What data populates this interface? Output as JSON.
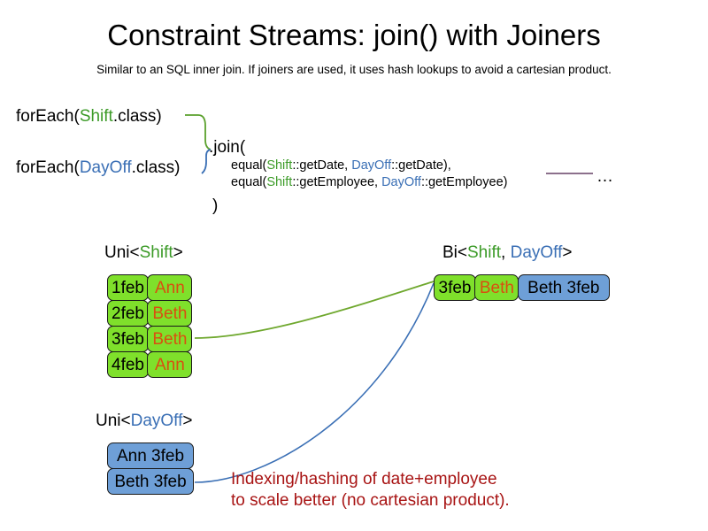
{
  "header": {
    "title": "Constraint Streams: join() with Joiners",
    "subtitle": "Similar to an SQL inner join. If joiners are used, it uses hash lookups to avoid a cartesian product."
  },
  "code": {
    "foreach_shift": {
      "prefix": "forEach(",
      "type": "Shift",
      "suffix": ".class)"
    },
    "foreach_dayoff": {
      "prefix": "forEach(",
      "type": "DayOff",
      "suffix": ".class)"
    },
    "join_open": ".join(",
    "join_close": ")",
    "arg1": {
      "prefix": "equal(",
      "left_type": "Shift",
      "left_method": "::getDate, ",
      "right_type": "DayOff",
      "right_method": "::getDate),"
    },
    "arg2": {
      "prefix": "equal(",
      "left_type": "Shift",
      "left_method": "::getEmployee, ",
      "right_type": "DayOff",
      "right_method": "::getEmployee)"
    },
    "ellipsis": "…"
  },
  "streams": {
    "uni_shift": {
      "label_prefix": "Uni<",
      "label_type": "Shift",
      "label_suffix": ">",
      "rows": [
        {
          "date": "1feb",
          "employee": "Ann"
        },
        {
          "date": "2feb",
          "employee": "Beth"
        },
        {
          "date": "3feb",
          "employee": "Beth"
        },
        {
          "date": "4feb",
          "employee": "Ann"
        }
      ]
    },
    "uni_dayoff": {
      "label_prefix": "Uni<",
      "label_type": "DayOff",
      "label_suffix": ">",
      "rows": [
        {
          "text": "Ann 3feb"
        },
        {
          "text": "Beth 3feb"
        }
      ]
    },
    "bi": {
      "label_prefix": "Bi<",
      "label_type_a": "Shift",
      "label_sep": ", ",
      "label_type_b": "DayOff",
      "label_suffix": ">",
      "row": {
        "date": "3feb",
        "employee": "Beth",
        "pair": "Beth 3feb"
      }
    }
  },
  "annotation": {
    "line1": "Indexing/hashing of date+employee",
    "line2": "to scale better (no cartesian product)."
  },
  "colors": {
    "shift_green": "#3C9B28",
    "dayoff_blue": "#3A6FB5",
    "box_green": "#7FE02B",
    "box_blue": "#6E9FD7",
    "employee_orange": "#D94F10",
    "annotation_red": "#A81414",
    "connector_green": "#5AA02C",
    "connector_blue": "#3A6FB5",
    "rule_purple": "#7B5C7B"
  }
}
